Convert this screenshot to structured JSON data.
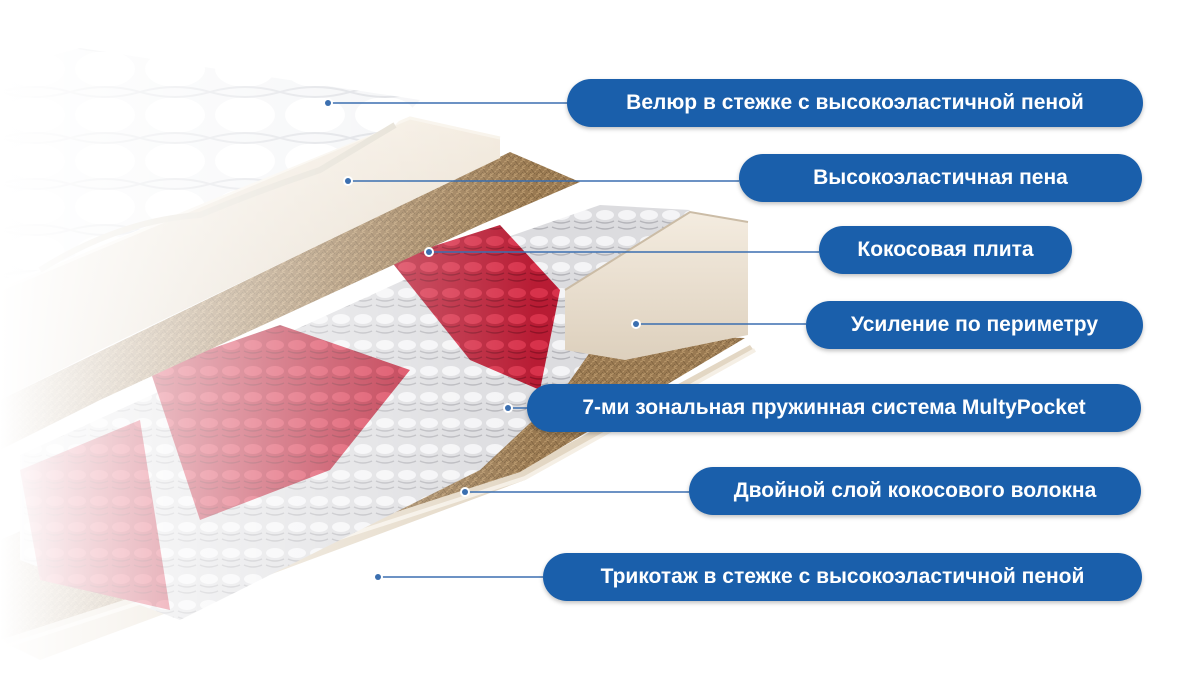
{
  "labels": [
    "Велюр в стежке с высокоэластичной пеной",
    "Высокоэластичная пена",
    "Кокосовая плита",
    "Усиление по периметру",
    "7-ми зональная пружинная система MultyPocket",
    "Двойной слой кокосового волокна",
    "Трикотаж в стежке с высокоэластичной пеной"
  ],
  "colors": {
    "pill": "#1a5fab",
    "leader_line": "#3b6fb0",
    "spring_red": "#c5203a",
    "spring_white": "#eeeeee",
    "coconut": "#9a7a52",
    "foam": "#ede3d4",
    "quilt": "#f7f7f9"
  }
}
